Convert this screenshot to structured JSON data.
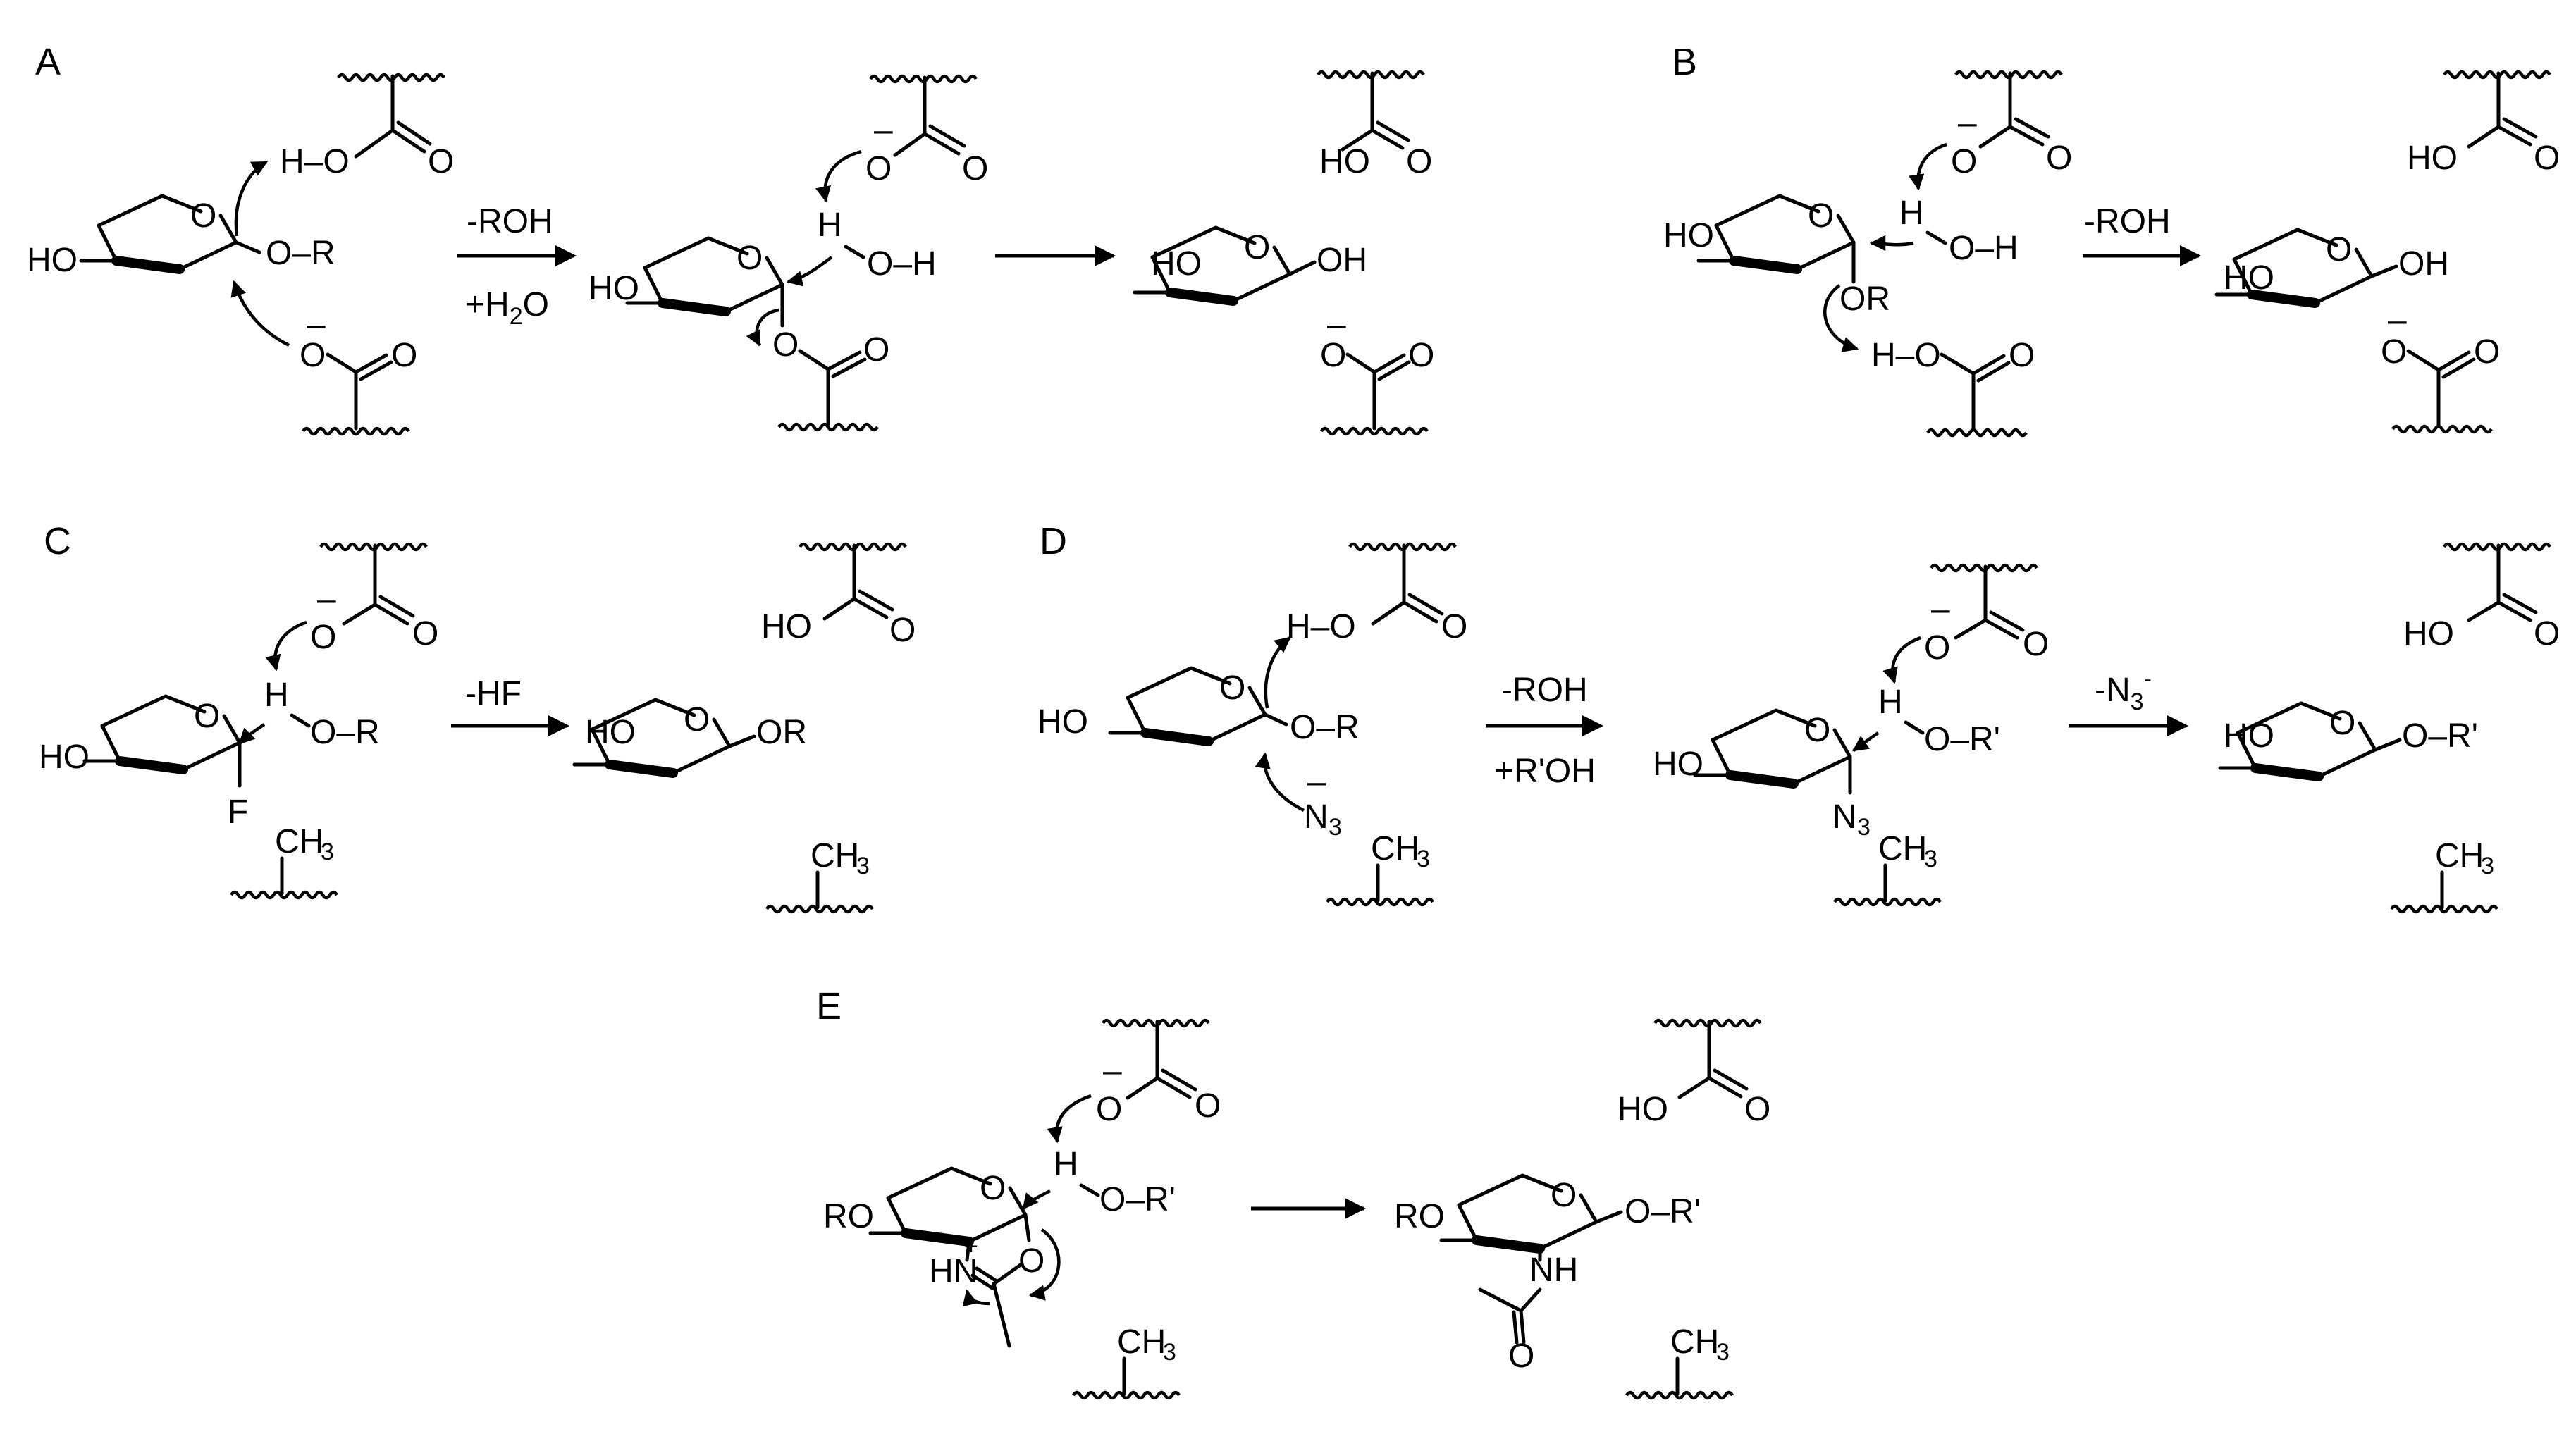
{
  "panels": {
    "A": {
      "letter": "A",
      "cond_top": "-ROH",
      "cond_bottom_prefix": "+H",
      "cond_bottom_sub": "2",
      "cond_bottom_suffix": "O"
    },
    "B": {
      "letter": "B",
      "cond_top": "-ROH"
    },
    "C": {
      "letter": "C",
      "cond_top": "-HF"
    },
    "D": {
      "letter": "D",
      "cond_top": "-ROH",
      "cond_bottom": "+R'OH",
      "cond2_prefix": "-N",
      "cond2_sub": "3",
      "cond2_sup": "-"
    },
    "E": {
      "letter": "E"
    }
  },
  "atoms": {
    "HO": "HO",
    "RO": "RO",
    "O": "O",
    "H": "H",
    "R": "R",
    "OR": "OR",
    "OH": "OH",
    "F": "F",
    "N3_N": "N",
    "N3_sub": "3",
    "CH": "CH",
    "CH3_sub": "3",
    "Rprime": "R'",
    "HN": "HN",
    "NH": "NH",
    "minus": "–",
    "plus": "+"
  },
  "arrowhead_color": "#000000"
}
